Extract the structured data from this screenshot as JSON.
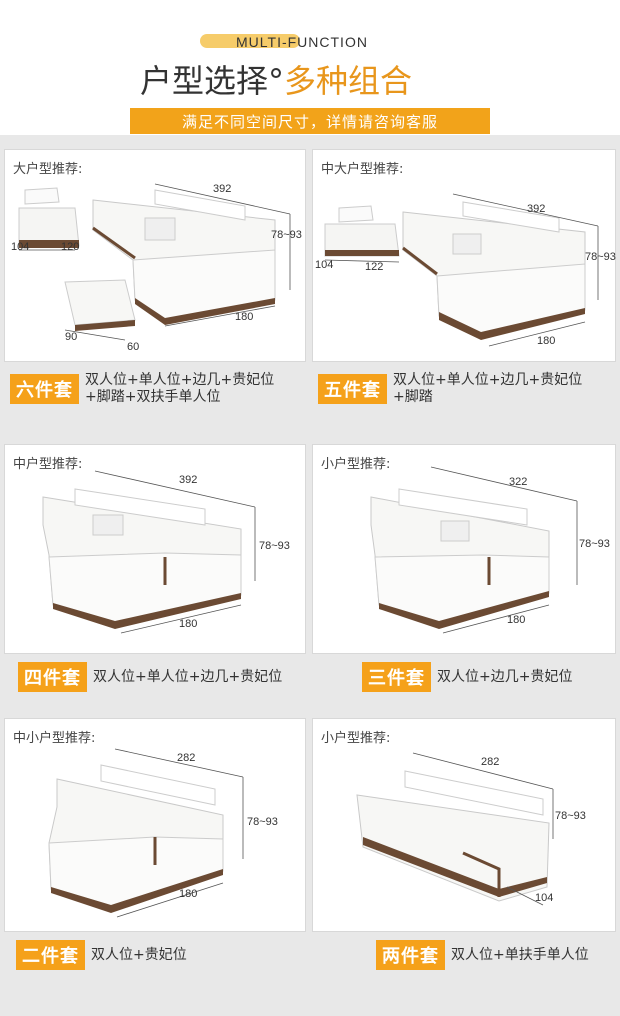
{
  "header": {
    "badge": "MULTI-FUNCTION",
    "title_main": "户型选择",
    "title_deg": "°",
    "title_accent": "多种组合",
    "subtitle": "满足不同空间尺寸，详情请咨询客服"
  },
  "cards": [
    {
      "title": "大户型推荐:",
      "dims": {
        "w": "392",
        "h": "78~93",
        "d": "180",
        "chair_w": "120",
        "chair_d": "104",
        "stool_w": "60",
        "stool_d": "90"
      },
      "set_label": "六件套",
      "set_desc_1": "双人位+单人位+边几+贵妃位",
      "set_desc_2": "+脚踏+双扶手单人位"
    },
    {
      "title": "中大户型推荐:",
      "dims": {
        "w": "392",
        "h": "78~93",
        "d": "180",
        "chair_w": "122",
        "chair_d": "104"
      },
      "set_label": "五件套",
      "set_desc_1": "双人位+单人位+边几+贵妃位",
      "set_desc_2": "+脚踏"
    },
    {
      "title": "中户型推荐:",
      "dims": {
        "w": "392",
        "h": "78~93",
        "d": "180"
      },
      "set_label": "四件套",
      "set_desc_1": "双人位+单人位+边几+贵妃位"
    },
    {
      "title": "小户型推荐:",
      "dims": {
        "w": "322",
        "h": "78~93",
        "d": "180"
      },
      "set_label": "三件套",
      "set_desc_1": "双人位+边几+贵妃位"
    },
    {
      "title": "中小户型推荐:",
      "dims": {
        "w": "282",
        "h": "78~93",
        "d": "180"
      },
      "set_label": "二件套",
      "set_desc_1": "双人位+贵妃位"
    },
    {
      "title": "小户型推荐:",
      "dims": {
        "w": "282",
        "h": "78~93",
        "d": "104"
      },
      "set_label": "两件套",
      "set_desc_1": "双人位+单扶手单人位"
    }
  ],
  "colors": {
    "accent": "#f5a11a",
    "sofa_white": "#f7f7f5",
    "sofa_trim": "#6b4a33",
    "panel_bg": "#e8e8e8"
  }
}
